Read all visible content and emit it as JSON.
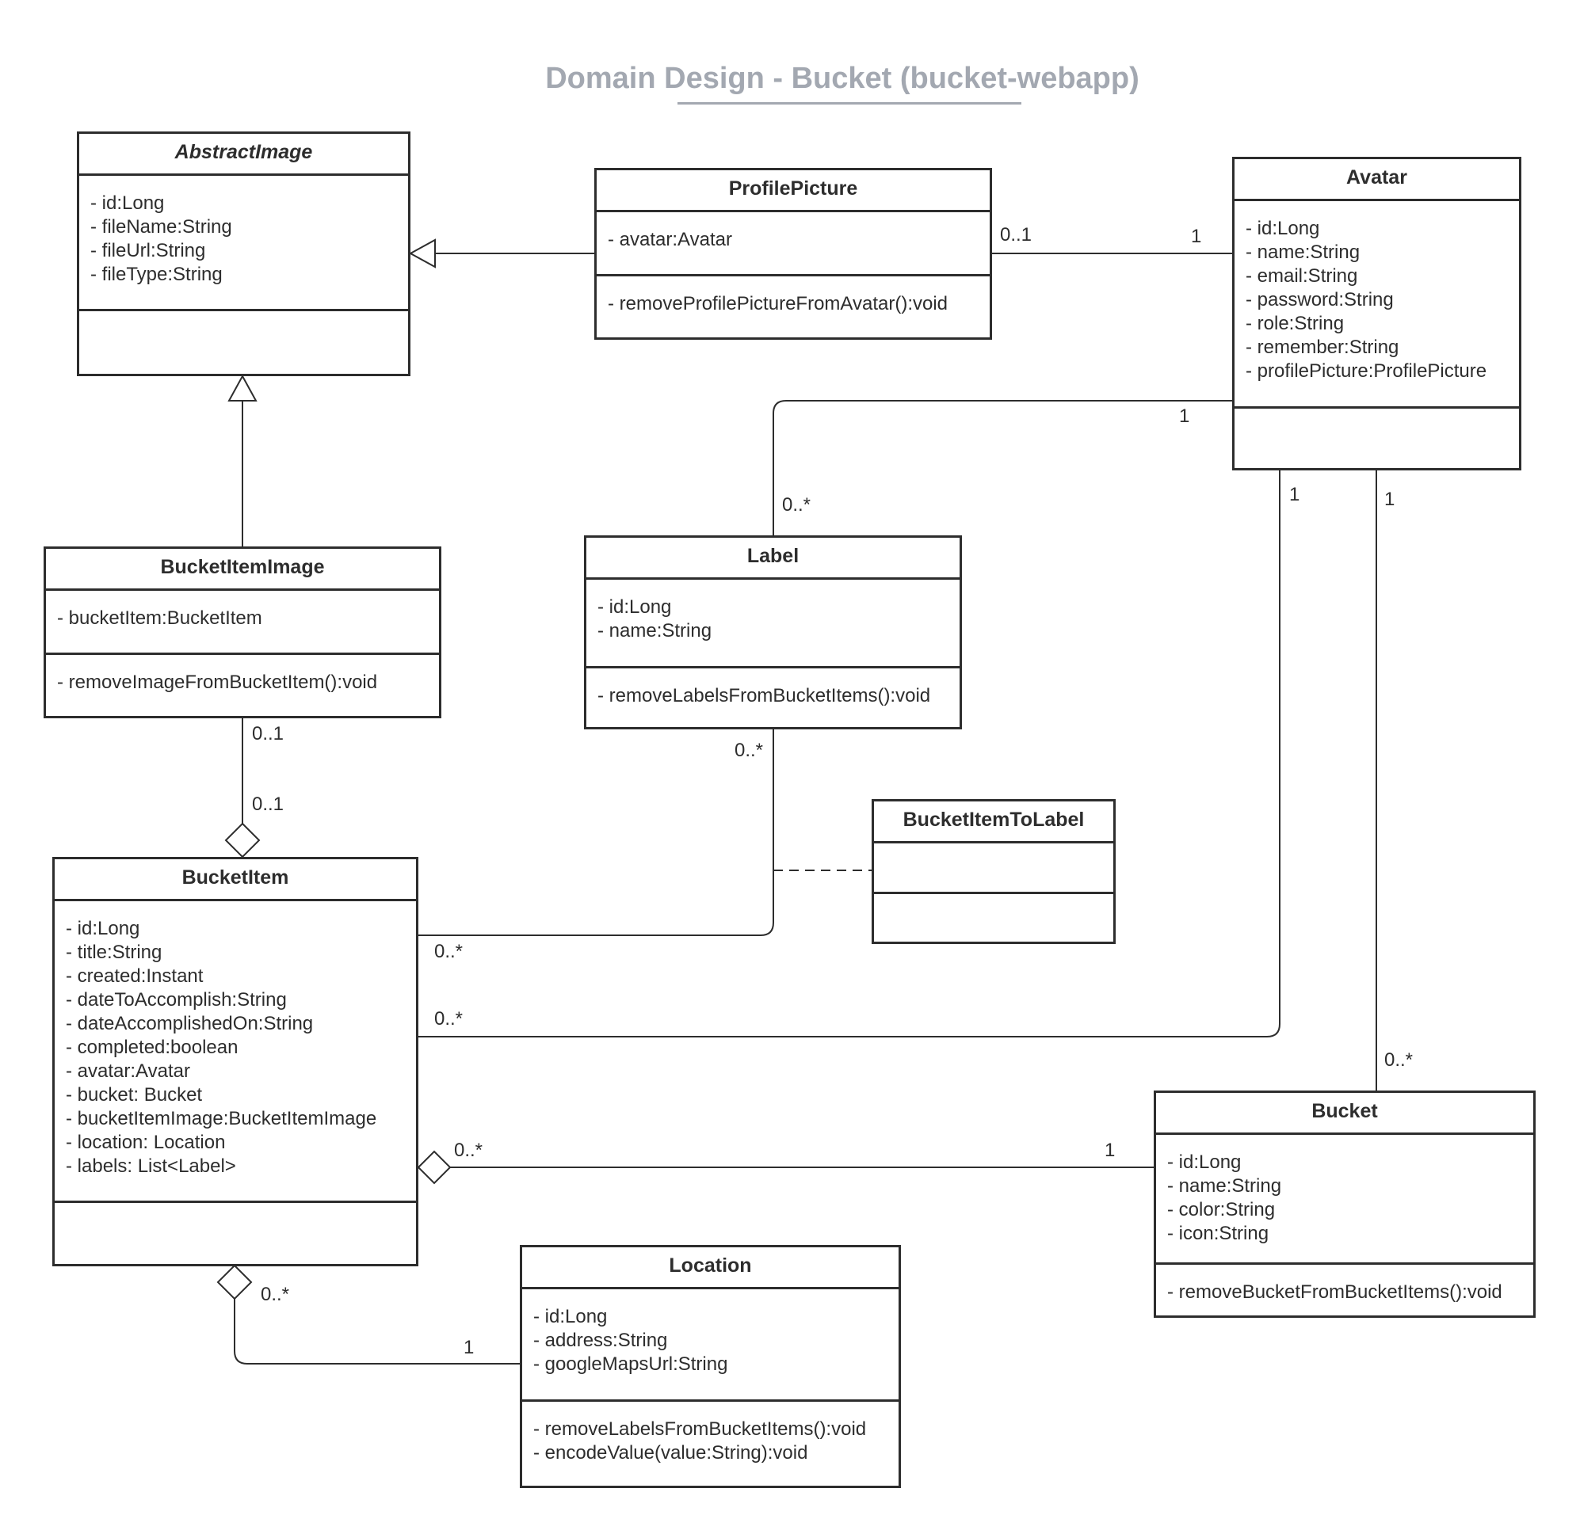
{
  "diagram": {
    "title": "Domain Design - Bucket (bucket-webapp)",
    "colors": {
      "line": "#2d2d2d",
      "title": "#a3a8b1",
      "background": "#ffffff"
    }
  },
  "classes": {
    "abstract_image": {
      "name": "AbstractImage",
      "abstract": true,
      "attributes": [
        "- id:Long",
        "- fileName:String",
        "- fileUrl:String",
        "- fileType:String"
      ],
      "methods": []
    },
    "profile_picture": {
      "name": "ProfilePicture",
      "attributes": [
        "- avatar:Avatar"
      ],
      "methods": [
        "- removeProfilePictureFromAvatar():void"
      ]
    },
    "avatar": {
      "name": "Avatar",
      "attributes": [
        "- id:Long",
        "- name:String",
        "- email:String",
        "- password:String",
        "- role:String",
        "- remember:String",
        "- profilePicture:ProfilePicture"
      ],
      "methods": []
    },
    "bucket_item_image": {
      "name": "BucketItemImage",
      "attributes": [
        "- bucketItem:BucketItem"
      ],
      "methods": [
        "- removeImageFromBucketItem():void"
      ]
    },
    "label": {
      "name": "Label",
      "attributes": [
        "- id:Long",
        "- name:String"
      ],
      "methods": [
        "- removeLabelsFromBucketItems():void"
      ]
    },
    "bucket_item_to_label": {
      "name": "BucketItemToLabel",
      "attributes": [],
      "methods": []
    },
    "bucket_item": {
      "name": "BucketItem",
      "attributes": [
        "- id:Long",
        "- title:String",
        "- created:Instant",
        "- dateToAccomplish:String",
        "- dateAccomplishedOn:String",
        "- completed:boolean",
        "- avatar:Avatar",
        "- bucket: Bucket",
        "- bucketItemImage:BucketItemImage",
        "- location: Location",
        "- labels: List<Label>"
      ],
      "methods": []
    },
    "bucket": {
      "name": "Bucket",
      "attributes": [
        "- id:Long",
        "- name:String",
        "- color:String",
        "- icon:String"
      ],
      "methods": [
        "- removeBucketFromBucketItems():void"
      ]
    },
    "location": {
      "name": "Location",
      "attributes": [
        "- id:Long",
        "- address:String",
        "- googleMapsUrl:String"
      ],
      "methods": [
        "- removeLabelsFromBucketItems():void",
        "- encodeValue(value:String):void"
      ]
    }
  },
  "relationships": [
    {
      "type": "generalization",
      "from": "ProfilePicture",
      "to": "AbstractImage"
    },
    {
      "type": "generalization",
      "from": "BucketItemImage",
      "to": "AbstractImage"
    },
    {
      "type": "association",
      "from": "ProfilePicture",
      "to": "Avatar",
      "from_mult": "0..1",
      "to_mult": "1"
    },
    {
      "type": "association",
      "from": "Label",
      "to": "Avatar",
      "from_mult": "0..*",
      "to_mult": "1"
    },
    {
      "type": "aggregation",
      "from": "BucketItemImage",
      "to": "BucketItem",
      "from_mult": "0..1",
      "to_mult": "0..1"
    },
    {
      "type": "association",
      "from": "BucketItem",
      "to": "Label",
      "from_mult": "0..*",
      "to_mult": "0..*"
    },
    {
      "type": "association-class",
      "class": "BucketItemToLabel",
      "attached_to": "BucketItem-Label"
    },
    {
      "type": "association",
      "from": "BucketItem",
      "to": "Avatar",
      "from_mult": "0..*",
      "to_mult": "1"
    },
    {
      "type": "association",
      "from": "Bucket",
      "to": "Avatar",
      "from_mult": "0..*",
      "to_mult": "1"
    },
    {
      "type": "aggregation",
      "from": "Bucket",
      "to": "BucketItem",
      "from_mult": "1",
      "to_mult": "0..*"
    },
    {
      "type": "aggregation",
      "from": "Location",
      "to": "BucketItem",
      "from_mult": "1",
      "to_mult": "0..*"
    }
  ],
  "multiplicities": {
    "pp_avatar_pp": "0..1",
    "pp_avatar_av": "1",
    "label_avatar_av": "1",
    "label_avatar_lb": "0..*",
    "bii_bi_top": "0..1",
    "bii_bi_bottom": "0..1",
    "label_bi_lb": "0..*",
    "label_bi_bi": "0..*",
    "avatar_bi_av": "1",
    "avatar_bi_bi": "0..*",
    "avatar_bucket_av": "1",
    "avatar_bucket_bk": "0..*",
    "bi_bucket_bi": "0..*",
    "bi_bucket_bk": "1",
    "bi_location_bi": "0..*",
    "bi_location_loc": "1"
  }
}
